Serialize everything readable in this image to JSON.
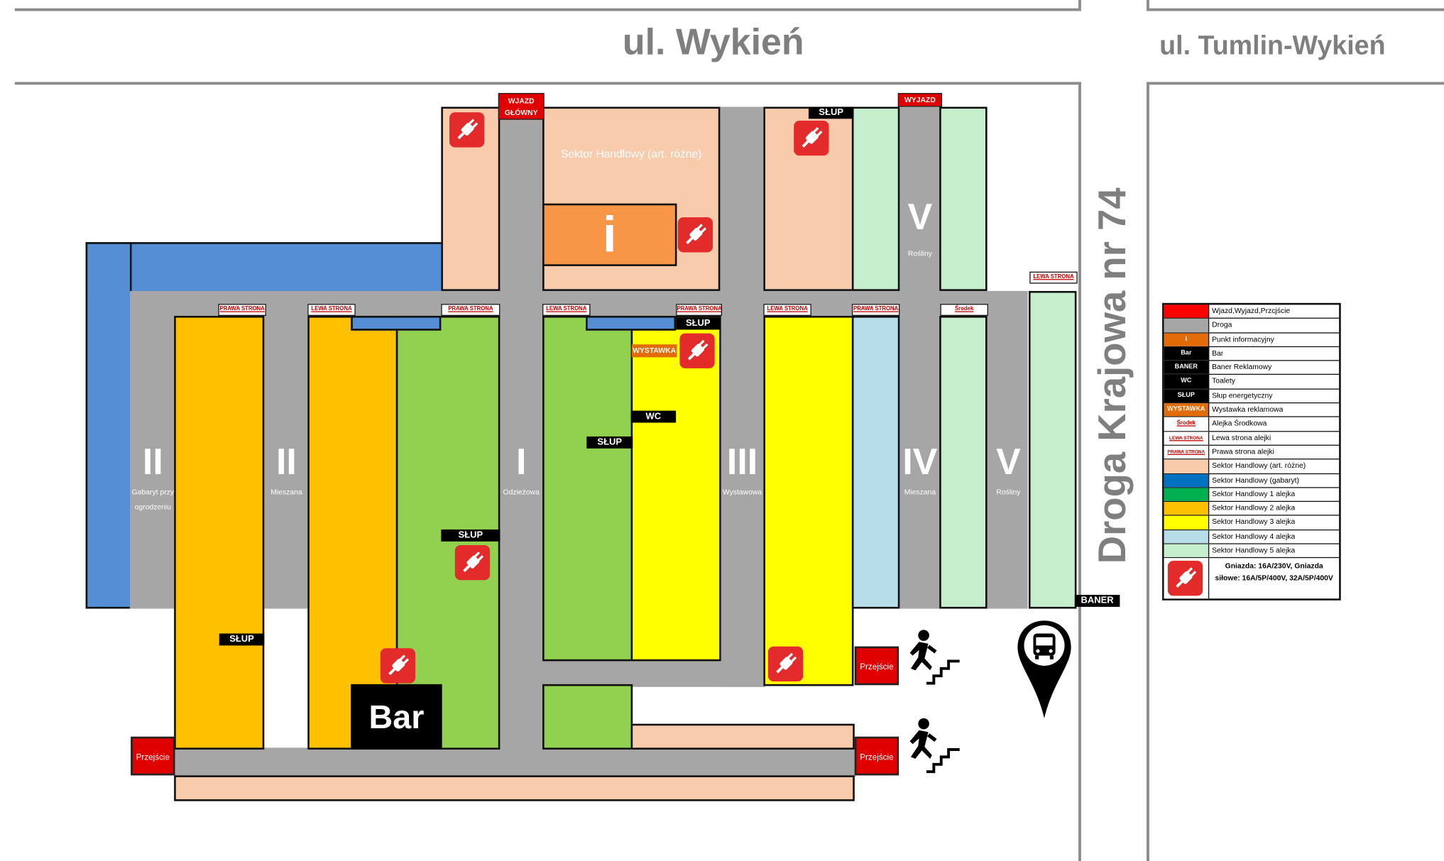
{
  "streets": {
    "top": "ul. Wykień",
    "right": "ul. Tumlin-Wykień",
    "vertical": "Droga Krajowa nr 74"
  },
  "sector_trade_label": "Sektor Handlowy (art. różne)",
  "info_symbol": "i",
  "bar_label": "Bar",
  "aisles": [
    {
      "num": "II",
      "sub": "Gabaryt przy ogrodzeniu"
    },
    {
      "num": "II",
      "sub": "Mieszana"
    },
    {
      "num": "I",
      "sub": "Odzieżowa"
    },
    {
      "num": "III",
      "sub": "Wystawowa"
    },
    {
      "num": "IV",
      "sub": "Mieszana"
    },
    {
      "num": "V",
      "sub": "Rośliny"
    },
    {
      "num": "V",
      "sub": "Rośliny"
    }
  ],
  "side_tags": {
    "prawa": "PRAWA STRONA",
    "lewa": "LEWA STRONA",
    "srodek": "Środek"
  },
  "markers": {
    "wjazd_main": "WJAZD GŁÓWNY",
    "wyjazd": "WYJAZD",
    "slup": "SŁUP",
    "wc": "WC",
    "wystawka": "WYSTAWKA",
    "baner": "BANER",
    "przejscie": "Przejście"
  },
  "legend": [
    {
      "swatch": "",
      "color": "#ff0000",
      "text": "Wjazd,Wyjazd,Przcjście"
    },
    {
      "swatch": "",
      "color": "#a6a6a6",
      "text": "Droga"
    },
    {
      "swatch": "i",
      "color": "#e26b0a",
      "text": "Punkt informacyjny"
    },
    {
      "swatch": "Bar",
      "color": "#000000",
      "text": "Bar"
    },
    {
      "swatch": "BANER",
      "color": "#000000",
      "text": "Baner Reklamowy"
    },
    {
      "swatch": "WC",
      "color": "#000000",
      "text": "Toalety"
    },
    {
      "swatch": "SŁUP",
      "color": "#000000",
      "text": "Słup energetyczny"
    },
    {
      "swatch": "WYSTAWKA",
      "color": "#e26b0a",
      "text": "Wystawka reklamowa"
    },
    {
      "swatch": "Środek",
      "color": "#ffffff",
      "text": "Alejka Środkowa"
    },
    {
      "swatch": "LEWA STRONA",
      "color": "#ffffff",
      "text": "Lewa strona alejki"
    },
    {
      "swatch": "PRAWA STRONA",
      "color": "#ffffff",
      "text": "Prawa strona alejki"
    },
    {
      "swatch": "",
      "color": "#f8cbad",
      "text": "Sektor Handlowy (art. różne)"
    },
    {
      "swatch": "",
      "color": "#0070c0",
      "text": "Sektor Handlowy (gabaryt)"
    },
    {
      "swatch": "",
      "color": "#00b050",
      "text": "Sektor Handlowy 1 alejka"
    },
    {
      "swatch": "",
      "color": "#ffc000",
      "text": "Sektor Handlowy 2 alejka"
    },
    {
      "swatch": "",
      "color": "#ffff00",
      "text": "Sektor Handlowy 3 alejka"
    },
    {
      "swatch": "",
      "color": "#b7dee8",
      "text": "Sektor Handlowy 4 alejka"
    },
    {
      "swatch": "",
      "color": "#c6efce",
      "text": "Sektor Handlowy 5 alejka"
    }
  ],
  "legend_sockets": "Gniazda: 16A/230V, Gniazda siłowe: 16A/5P/400V, 32A/5P/400V",
  "colors": {
    "road": "#a6a6a6",
    "peach": "#f8cbad",
    "blue": "#558ed5",
    "orange_yellow": "#ffc000",
    "green": "#92d050",
    "yellow": "#ffff00",
    "light_blue": "#b7dee8",
    "light_green": "#c6efce",
    "info_orange": "#f79646",
    "red": "#e00000"
  }
}
